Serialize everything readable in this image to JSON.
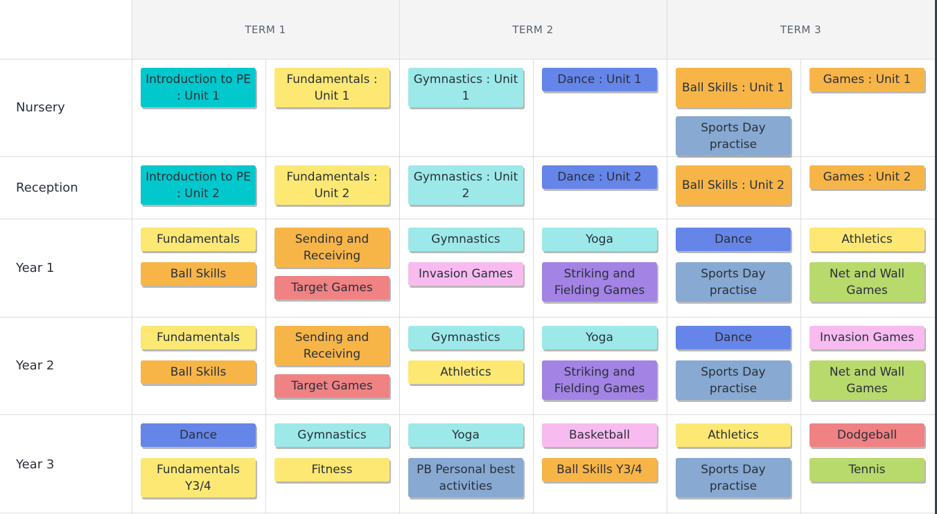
{
  "colors": {
    "teal": "#00c8cc",
    "yellow": "#fce873",
    "lightcyan": "#9de9e9",
    "blue": "#6585e8",
    "orange": "#f7b548",
    "steel": "#87a9d2",
    "pink": "#f8bbef",
    "purple": "#a383e4",
    "red": "#f08283",
    "green": "#b8d96c"
  },
  "terms": [
    "TERM 1",
    "TERM 2",
    "TERM 3"
  ],
  "rows": [
    {
      "label": "Nursery",
      "cells": [
        [
          {
            "text": "Introduction to PE : Unit 1",
            "color": "teal"
          }
        ],
        [
          {
            "text": "Fundamentals : Unit 1",
            "color": "yellow"
          }
        ],
        [
          {
            "text": "Gymnastics : Unit 1",
            "color": "lightcyan"
          }
        ],
        [
          {
            "text": "Dance : Unit 1",
            "color": "blue"
          }
        ],
        [
          {
            "text": "Ball Skills : Unit 1",
            "color": "orange"
          },
          {
            "text": "Sports Day practise",
            "color": "steel"
          }
        ],
        [
          {
            "text": "Games : Unit 1",
            "color": "orange"
          }
        ]
      ]
    },
    {
      "label": "Reception",
      "cells": [
        [
          {
            "text": "Introduction to PE : Unit 2",
            "color": "teal"
          }
        ],
        [
          {
            "text": "Fundamentals : Unit 2",
            "color": "yellow"
          }
        ],
        [
          {
            "text": "Gymnastics : Unit 2",
            "color": "lightcyan"
          }
        ],
        [
          {
            "text": "Dance : Unit 2",
            "color": "blue"
          }
        ],
        [
          {
            "text": "Ball Skills : Unit 2",
            "color": "orange"
          }
        ],
        [
          {
            "text": "Games : Unit 2",
            "color": "orange"
          }
        ]
      ]
    },
    {
      "label": "Year 1",
      "cells": [
        [
          {
            "text": "Fundamentals",
            "color": "yellow"
          },
          {
            "text": "Ball Skills",
            "color": "orange"
          }
        ],
        [
          {
            "text": "Sending and Receiving",
            "color": "orange"
          },
          {
            "text": "Target Games",
            "color": "red"
          }
        ],
        [
          {
            "text": "Gymnastics",
            "color": "lightcyan"
          },
          {
            "text": "Invasion Games",
            "color": "pink"
          }
        ],
        [
          {
            "text": "Yoga",
            "color": "lightcyan"
          },
          {
            "text": "Striking and Fielding Games",
            "color": "purple"
          }
        ],
        [
          {
            "text": "Dance",
            "color": "blue"
          },
          {
            "text": "Sports Day practise",
            "color": "steel"
          }
        ],
        [
          {
            "text": "Athletics",
            "color": "yellow"
          },
          {
            "text": "Net and Wall Games",
            "color": "green"
          }
        ]
      ]
    },
    {
      "label": "Year 2",
      "cells": [
        [
          {
            "text": "Fundamentals",
            "color": "yellow"
          },
          {
            "text": "Ball Skills",
            "color": "orange"
          }
        ],
        [
          {
            "text": "Sending and Receiving",
            "color": "orange"
          },
          {
            "text": "Target Games",
            "color": "red"
          }
        ],
        [
          {
            "text": "Gymnastics",
            "color": "lightcyan"
          },
          {
            "text": "Athletics",
            "color": "yellow"
          }
        ],
        [
          {
            "text": "Yoga",
            "color": "lightcyan"
          },
          {
            "text": "Striking and Fielding Games",
            "color": "purple"
          }
        ],
        [
          {
            "text": "Dance",
            "color": "blue"
          },
          {
            "text": "Sports Day practise",
            "color": "steel"
          }
        ],
        [
          {
            "text": "Invasion Games",
            "color": "pink"
          },
          {
            "text": "Net and Wall Games",
            "color": "green"
          }
        ]
      ]
    },
    {
      "label": "Year 3",
      "cells": [
        [
          {
            "text": "Dance",
            "color": "blue"
          },
          {
            "text": "Fundamentals Y3/4",
            "color": "yellow"
          }
        ],
        [
          {
            "text": "Gymnastics",
            "color": "lightcyan"
          },
          {
            "text": "Fitness",
            "color": "yellow"
          }
        ],
        [
          {
            "text": "Yoga",
            "color": "lightcyan"
          },
          {
            "text": "PB Personal best activities",
            "color": "steel"
          }
        ],
        [
          {
            "text": "Basketball",
            "color": "pink"
          },
          {
            "text": "Ball Skills Y3/4",
            "color": "orange"
          }
        ],
        [
          {
            "text": "Athletics",
            "color": "yellow"
          },
          {
            "text": "Sports Day practise",
            "color": "steel"
          }
        ],
        [
          {
            "text": "Dodgeball",
            "color": "red"
          },
          {
            "text": "Tennis",
            "color": "green"
          }
        ]
      ]
    }
  ]
}
